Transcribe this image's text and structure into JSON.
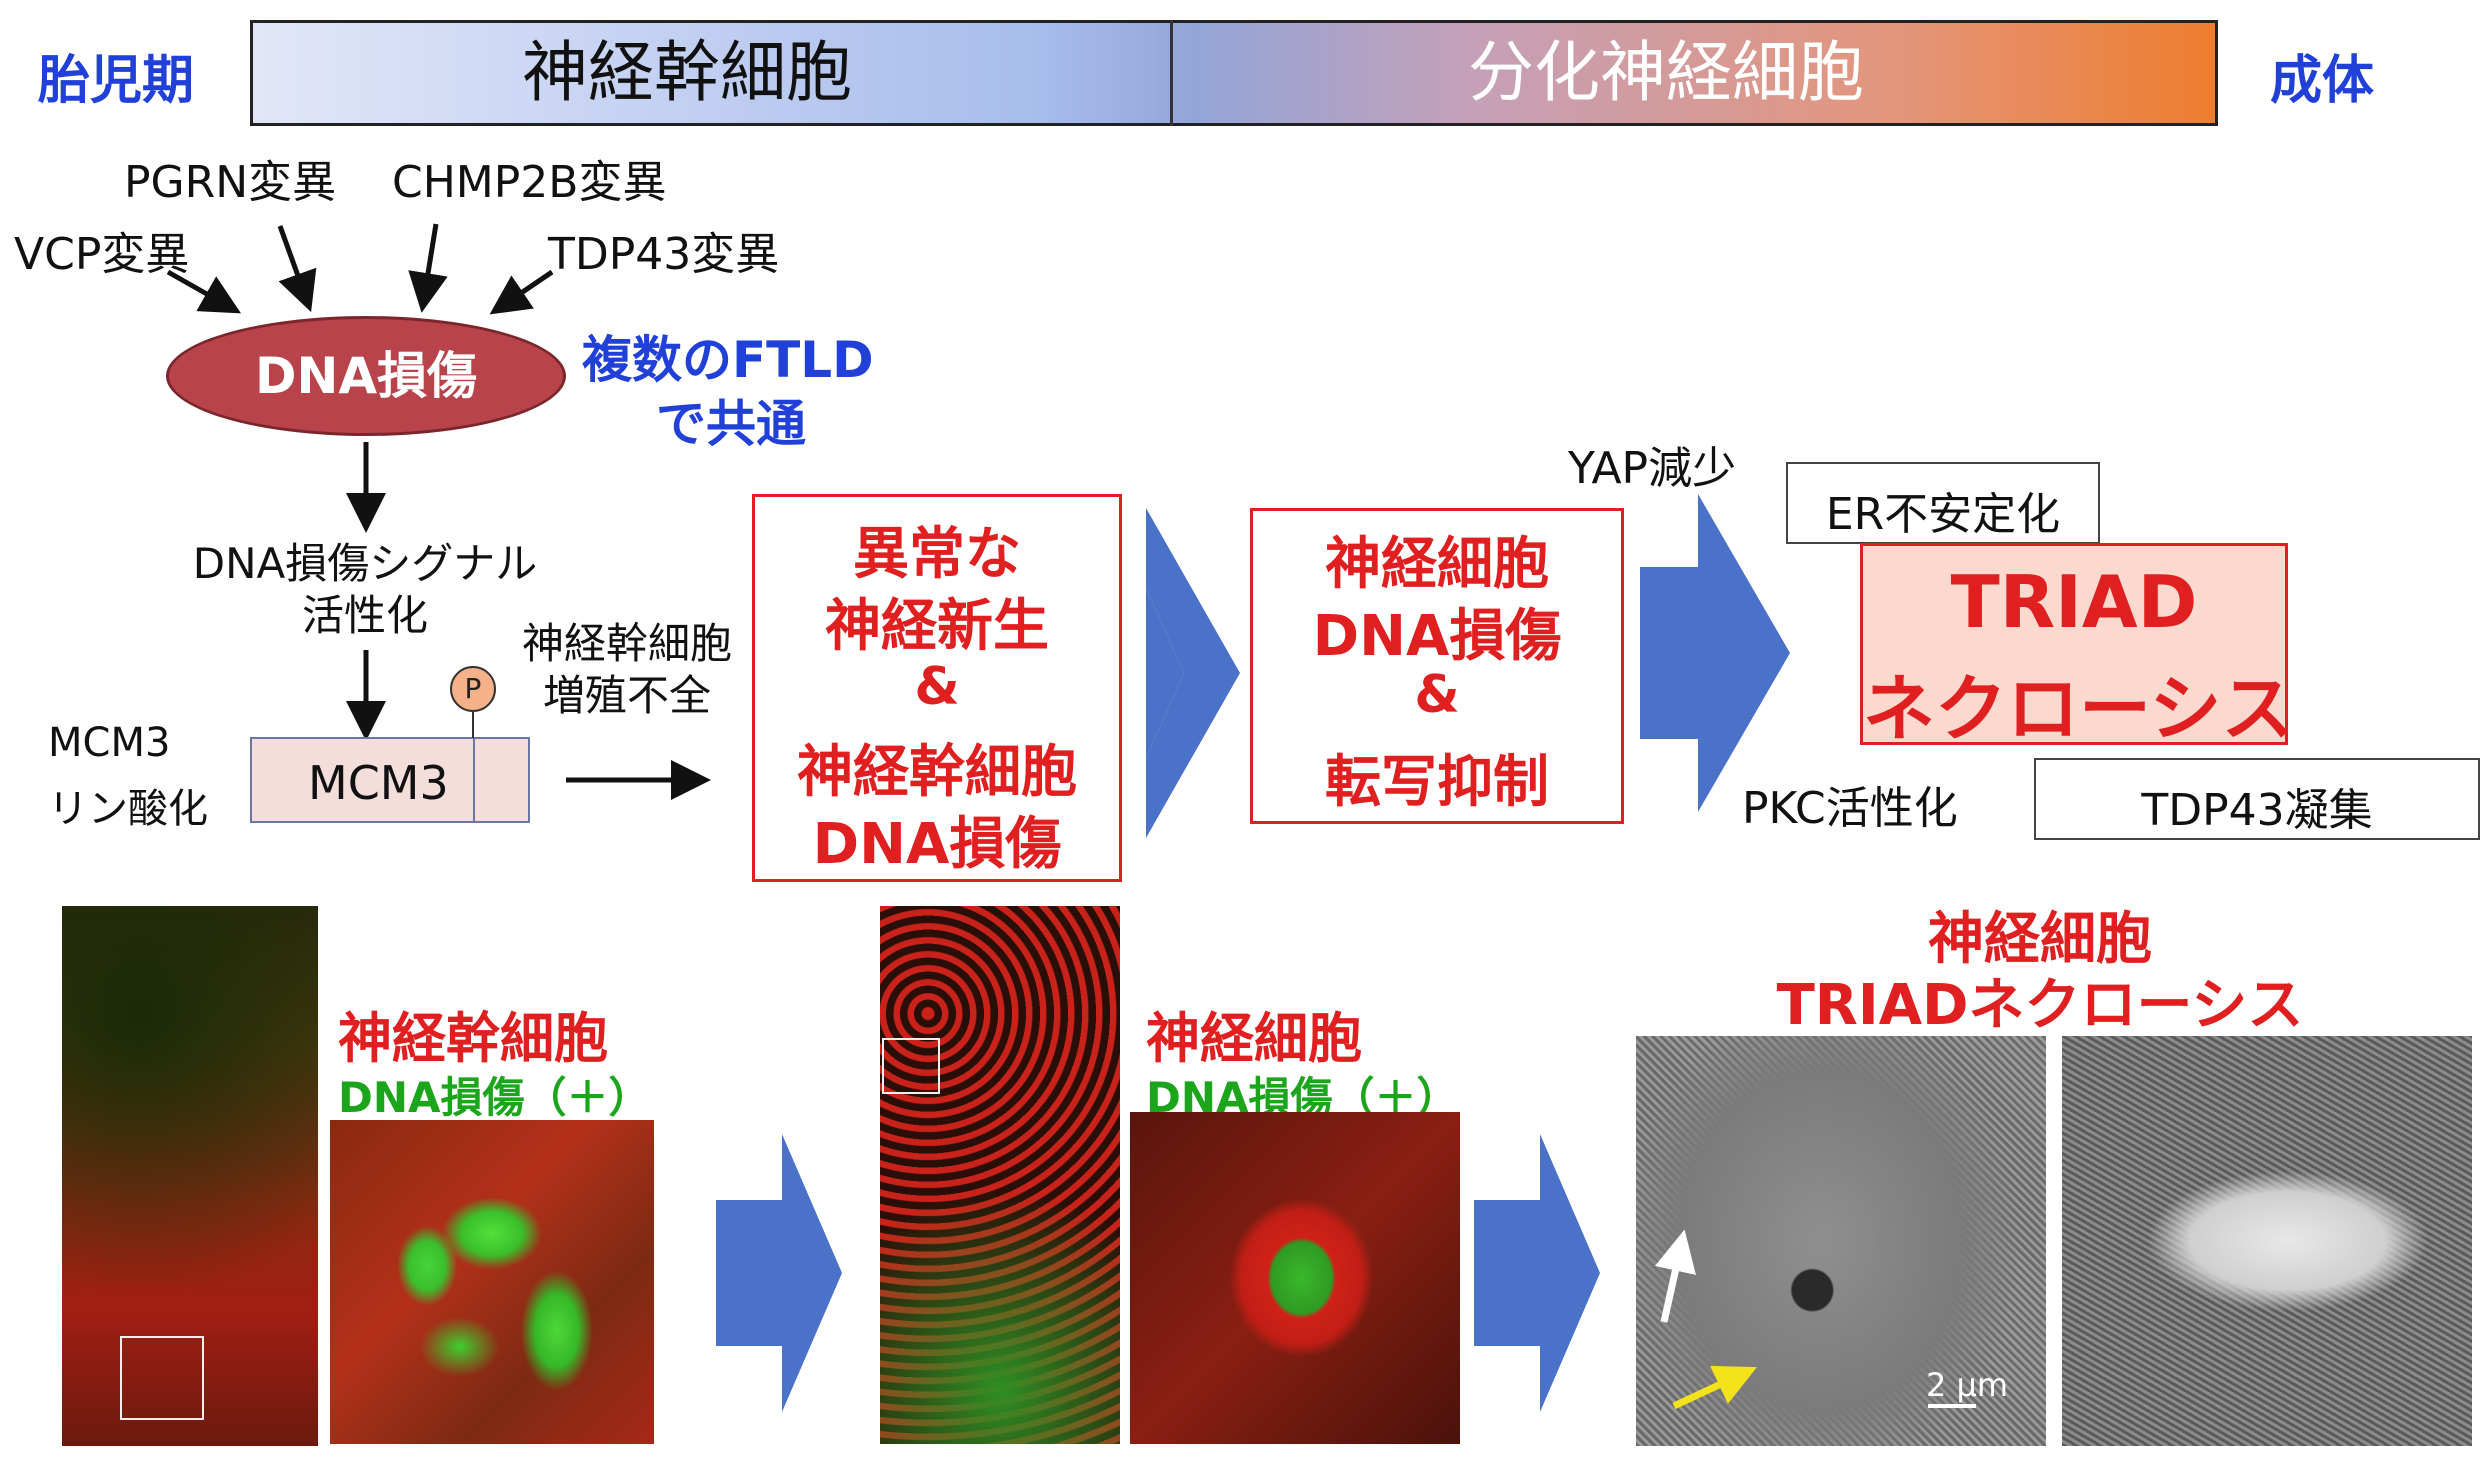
{
  "timeline": {
    "left_label": "胎児期",
    "right_label": "成体",
    "stage_1": "神経幹細胞",
    "stage_2": "分化神経細胞"
  },
  "mutations": {
    "pgrn": "PGRN変異",
    "chmp2b": "CHMP2B変異",
    "vcp": "VCP変異",
    "tdp43": "TDP43変異"
  },
  "dna_damage": {
    "label": "DNA損傷",
    "common_line1": "複数のFTLD",
    "common_line2": "で共通"
  },
  "signal": {
    "line1": "DNA損傷シグナル",
    "line2": "活性化"
  },
  "mcm3": {
    "label_line1": "MCM3",
    "label_line2": "リン酸化",
    "box": "MCM3",
    "p": "P"
  },
  "stem_cell_note": {
    "line1": "神経幹細胞",
    "line2": "増殖不全"
  },
  "box1": {
    "line1": "異常な",
    "line2": "神経新生",
    "line3": "&",
    "line4": "神経幹細胞",
    "line5": "DNA損傷"
  },
  "box2": {
    "line1": "神経細胞",
    "line2": "DNA損傷",
    "line3": "&",
    "line4": "転写抑制"
  },
  "right": {
    "yap": "YAP減少",
    "er": "ER不安定化",
    "triad_line1": "TRIAD",
    "triad_line2": "ネクローシス",
    "pkc": "PKC活性化",
    "tdp43_agg": "TDP43凝集"
  },
  "bottom": {
    "stem_title": "神経幹細胞",
    "stem_sub": "DNA損傷（＋）",
    "neuron_title": "神経細胞",
    "neuron_sub": "DNA損傷（＋）",
    "triad_title_line1": "神経細胞",
    "triad_title_line2": "TRIADネクローシス",
    "scale": "2 μm"
  },
  "colors": {
    "blue_text": "#2040d8",
    "red_text": "#e02020",
    "green_text": "#1aa51a",
    "arrow_blue": "#4a72c8"
  }
}
